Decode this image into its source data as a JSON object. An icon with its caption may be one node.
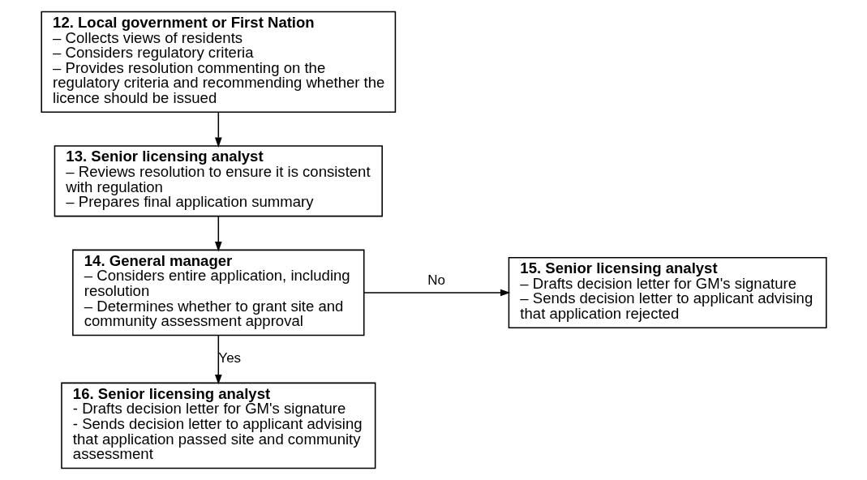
{
  "diagram": {
    "nodes": [
      {
        "text": [
          "12. Local government or First Nation",
          "– Collects views of residents",
          "– Considers regulatory criteria",
          "– Provides resolution commenting on the regulatory criteria and recommending whether the licence should be issued"
        ]
      },
      {
        "text": [
          "13. Senior licensing analyst",
          "– Reviews resolution to ensure it is consistent with regulation",
          "– Prepares final application summary"
        ]
      },
      {
        "text": [
          "14. General manager",
          "– Considers entire application, including resolution",
          "– Determines whether to grant site and community assessment approval"
        ]
      },
      {
        "text": [
          "15. Senior licensing analyst",
          "– Drafts decision letter for GM's signature",
          "– Sends decision letter to applicant advising that application rejected"
        ]
      },
      {
        "text": [
          "16. Senior licensing analyst",
          "- Drafts decision letter for GM's signature",
          "- Sends decision letter to applicant advising that application passed site and community assessment"
        ]
      }
    ],
    "edges": [
      {
        "from": 0,
        "to": 1,
        "arrow": "to"
      },
      {
        "from": 1,
        "to": 2,
        "arrow": "to"
      },
      {
        "from": 2,
        "to": 3,
        "arrow": "to",
        "label": "No"
      },
      {
        "from": 2,
        "to": 4,
        "arrow": "to",
        "label": "Yes"
      }
    ]
  }
}
